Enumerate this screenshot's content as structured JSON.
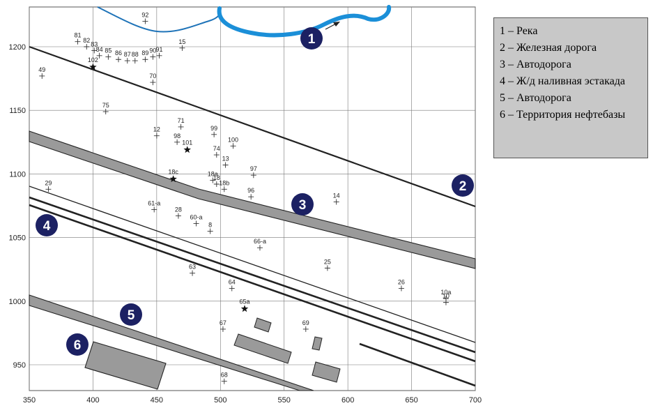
{
  "axes": {
    "x_ticks": [
      350,
      400,
      450,
      500,
      550,
      600,
      650,
      700
    ],
    "y_ticks": [
      950,
      1000,
      1050,
      1100,
      1150,
      1200
    ]
  },
  "legend": {
    "items": [
      "1 – Река",
      "2 – Железная дорога",
      "3 – Автодорога",
      "4 – Ж/д наливная эстакада",
      "5 – Автодорога",
      "6 – Территория нефтебазы"
    ]
  },
  "feature_markers": [
    "1",
    "2",
    "3",
    "4",
    "5",
    "6"
  ],
  "survey_points": [
    {
      "label": "92",
      "x": 441,
      "y": 1220
    },
    {
      "label": "81",
      "x": 388,
      "y": 1204
    },
    {
      "label": "82",
      "x": 395,
      "y": 1200
    },
    {
      "label": "83",
      "x": 401,
      "y": 1197
    },
    {
      "label": "84",
      "x": 405,
      "y": 1193
    },
    {
      "label": "85",
      "x": 412,
      "y": 1192
    },
    {
      "label": "86",
      "x": 420,
      "y": 1190
    },
    {
      "label": "87",
      "x": 427,
      "y": 1189
    },
    {
      "label": "88",
      "x": 433,
      "y": 1189
    },
    {
      "label": "89",
      "x": 441,
      "y": 1190
    },
    {
      "label": "90",
      "x": 447,
      "y": 1192
    },
    {
      "label": "91",
      "x": 452,
      "y": 1193
    },
    {
      "label": "15",
      "x": 470,
      "y": 1199
    },
    {
      "label": "49",
      "x": 360,
      "y": 1177
    },
    {
      "label": "70",
      "x": 447,
      "y": 1172
    },
    {
      "label": "75",
      "x": 410,
      "y": 1149
    },
    {
      "label": "71",
      "x": 469,
      "y": 1137
    },
    {
      "label": "12",
      "x": 450,
      "y": 1130
    },
    {
      "label": "99",
      "x": 495,
      "y": 1131
    },
    {
      "label": "98",
      "x": 466,
      "y": 1125
    },
    {
      "label": "100",
      "x": 510,
      "y": 1122
    },
    {
      "label": "74",
      "x": 497,
      "y": 1115
    },
    {
      "label": "13",
      "x": 504,
      "y": 1107
    },
    {
      "label": "97",
      "x": 526,
      "y": 1099
    },
    {
      "label": "18a",
      "x": 494,
      "y": 1095
    },
    {
      "label": "18",
      "x": 497,
      "y": 1092
    },
    {
      "label": "18b",
      "x": 503,
      "y": 1088
    },
    {
      "label": "29",
      "x": 365,
      "y": 1088
    },
    {
      "label": "96",
      "x": 524,
      "y": 1082
    },
    {
      "label": "14",
      "x": 591,
      "y": 1078
    },
    {
      "label": "61-a",
      "x": 448,
      "y": 1072
    },
    {
      "label": "28",
      "x": 467,
      "y": 1067
    },
    {
      "label": "60-a",
      "x": 481,
      "y": 1061
    },
    {
      "label": "8",
      "x": 492,
      "y": 1055
    },
    {
      "label": "66-a",
      "x": 531,
      "y": 1042
    },
    {
      "label": "25",
      "x": 584,
      "y": 1026
    },
    {
      "label": "63",
      "x": 478,
      "y": 1022
    },
    {
      "label": "26",
      "x": 642,
      "y": 1010
    },
    {
      "label": "64",
      "x": 509,
      "y": 1010
    },
    {
      "label": "10a",
      "x": 677,
      "y": 1002
    },
    {
      "label": "10",
      "x": 677,
      "y": 999
    },
    {
      "label": "67",
      "x": 502,
      "y": 978
    },
    {
      "label": "69",
      "x": 567,
      "y": 978
    },
    {
      "label": "68",
      "x": 503,
      "y": 937
    }
  ],
  "star_points": [
    {
      "label": "102",
      "x": 400,
      "y": 1184
    },
    {
      "label": "101",
      "x": 474,
      "y": 1119
    },
    {
      "label": "18c",
      "x": 463,
      "y": 1096
    },
    {
      "label": "65a",
      "x": 519,
      "y": 994
    }
  ]
}
